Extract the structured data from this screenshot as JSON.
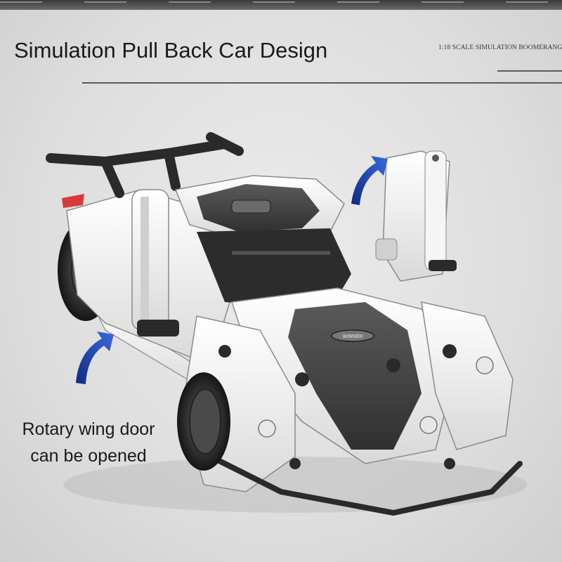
{
  "headline": "Simulation Pull Back Car Design",
  "scale_note": "1:18 SCALE SIMULATION BOOMERANG",
  "caption": {
    "line1": "Rotary wing door",
    "line2": "can be opened"
  },
  "hood_badge": "WINNER",
  "colors": {
    "arrow": "#1f4fbf",
    "body_white": "#f2f2f2",
    "body_dark": "#4a4a4a",
    "frame": "#2a2a2a"
  }
}
